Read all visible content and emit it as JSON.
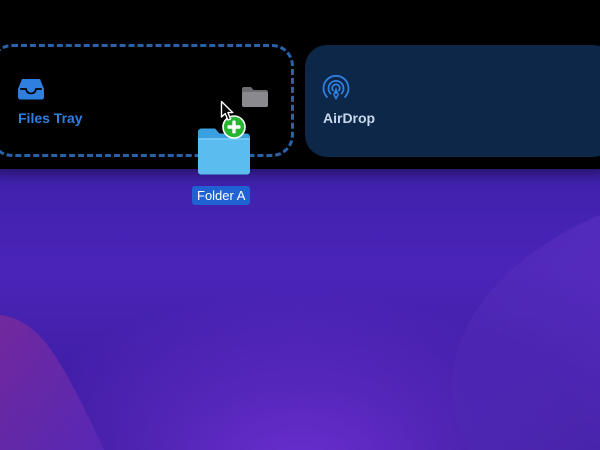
{
  "shelf": {
    "files_tray": {
      "label": "Files Tray",
      "icon": "tray-icon",
      "accent": "#2f7fe0",
      "drop_zone_border": "#2a62a8"
    },
    "airdrop": {
      "label": "AirDrop",
      "icon": "airdrop-icon",
      "accent": "#2f7fe0",
      "card_bg": "#0d2748"
    }
  },
  "drag": {
    "item_name": "Folder A",
    "badge_icon": "plus-icon",
    "badge_color": "#28b532",
    "selection_color": "#2062d4"
  },
  "desktop": {
    "wallpaper": "purple-gradient"
  }
}
